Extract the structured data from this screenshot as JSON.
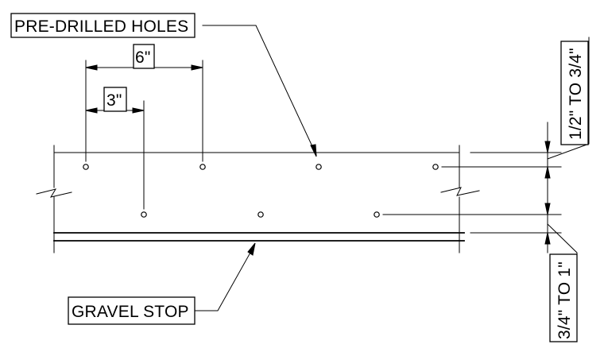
{
  "labels": {
    "pre_drilled_holes": "PRE-DRILLED HOLES",
    "gravel_stop": "GRAVEL STOP",
    "six_inch": "6\"",
    "three_inch": "3\"",
    "half_to_three_quarter": "1/2\" TO 3/4\"",
    "three_quarter_to_one": "3/4\" TO 1\""
  }
}
